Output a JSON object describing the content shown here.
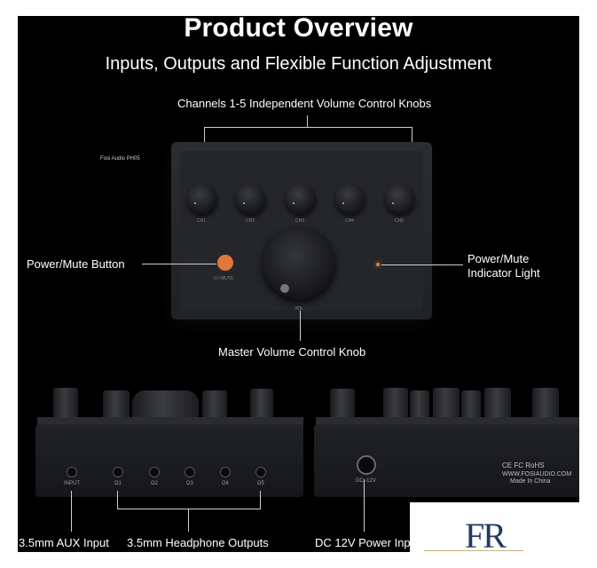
{
  "title": "Product Overview",
  "subtitle": "Inputs, Outputs and Flexible Function Adjustment",
  "callouts": {
    "channels": "Channels 1-5 Independent Volume Control Knobs",
    "power_mute_button": "Power/Mute Button",
    "power_mute_indicator_line1": "Power/Mute",
    "power_mute_indicator_line2": "Indicator Light",
    "master_volume": "Master Volume Control Knob",
    "aux_input": "3.5mm AUX Input",
    "headphone_outputs": "3.5mm Headphone Outputs",
    "dc_power": "DC 12V Power Inp"
  },
  "device": {
    "brand": "Fosi Audio PH05",
    "channel_labels": [
      "CH1",
      "CH2",
      "CH3",
      "CH4",
      "CH5"
    ],
    "mute_label": "⏻ / MUTE",
    "vol_label": "VOL",
    "jack_labels": [
      "INPUT",
      "Ω1",
      "Ω2",
      "Ω3",
      "Ω4",
      "Ω5"
    ],
    "dc_label": "DC~12V",
    "cert_marks": "CE FC RoHS",
    "website": "WWW.FOSIAUDIO.COM",
    "made_in": "Made In China"
  },
  "colors": {
    "accent": "#e1773a",
    "background": "#000000",
    "text": "#ffffff"
  },
  "logo_text": "FR"
}
